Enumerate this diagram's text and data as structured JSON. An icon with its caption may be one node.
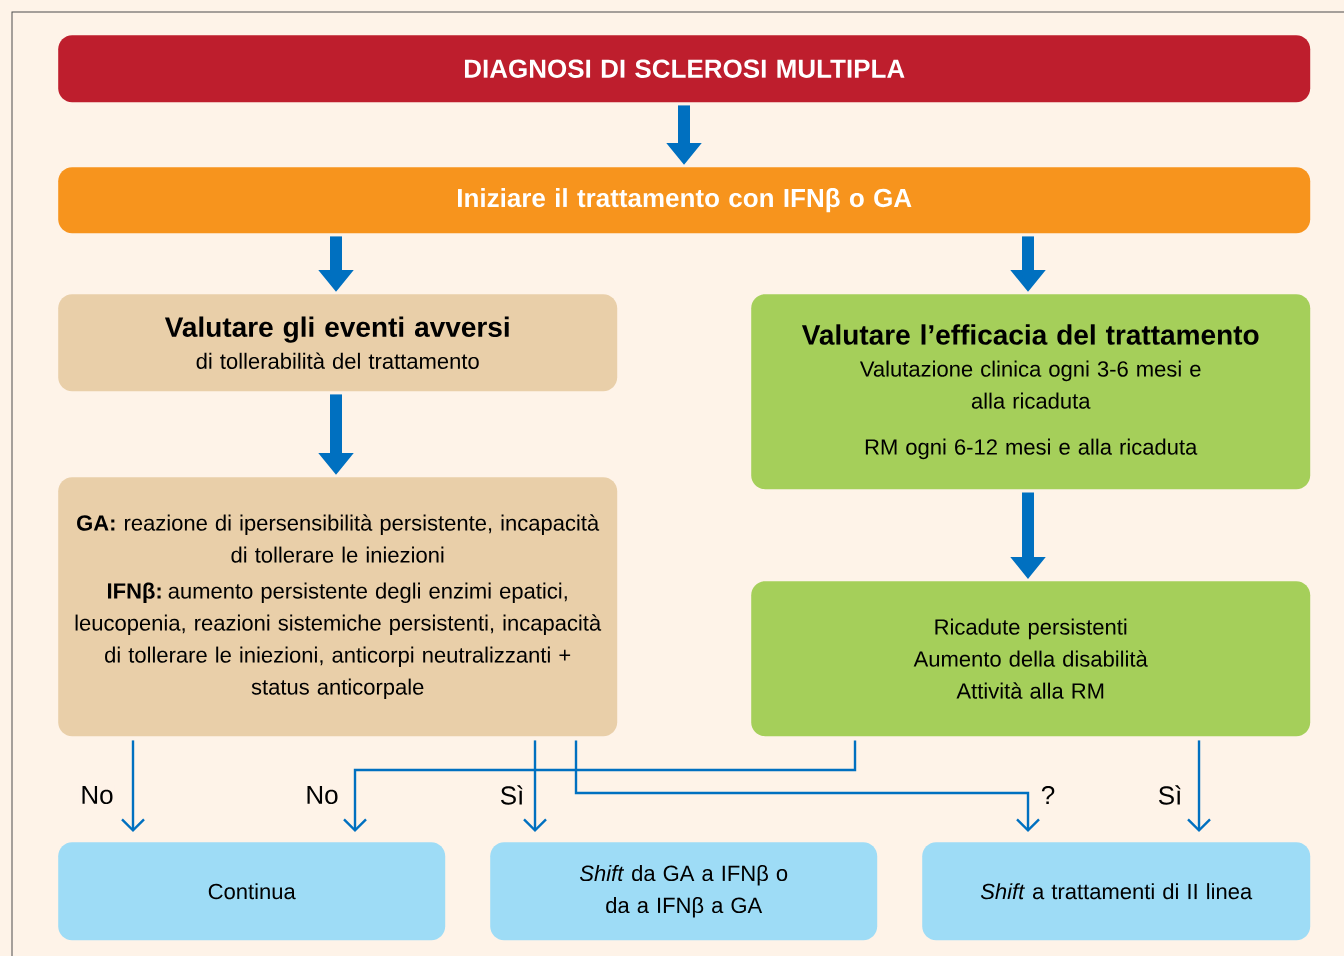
{
  "diagram": {
    "nodes": [
      {
        "text": [
          "DIAGNOSI DI SCLEROSI MULTIPLA"
        ]
      },
      {
        "text": [
          "Iniziare il trattamento con IFNβ o GA"
        ]
      },
      {
        "text": [
          "Valutare gli eventi avversi",
          "di tollerabilità del trattamento"
        ]
      },
      {
        "text": [
          "Valutare l’efficacia del trattamento",
          "Valutazione clinica ogni 3-6 mesi e alla ricaduta",
          "RM ogni 6-12 mesi e alla ricaduta"
        ]
      },
      {
        "text": [
          "**GA:** reazione di ipersensibilità persistente, incapacità di tollerare le iniezioni",
          "**IFNβ:** aumento persistente degli enzimi epatici, leucopenia, reazioni sistemiche persistenti, incapacità di tollerare le iniezioni, anticorpi neutralizzanti + status anticorpale"
        ]
      },
      {
        "text": [
          "Ricadute persistenti",
          "Aumento della disabilità",
          "Attività alla RM"
        ]
      },
      {
        "text": [
          "Continua"
        ]
      },
      {
        "text": [
          "*Shift* da GA a IFNβ o da a IFNβ a GA"
        ]
      },
      {
        "text": [
          "*Shift* a trattamenti di II linea"
        ]
      }
    ],
    "edges": [
      {
        "from": 0,
        "to": 1,
        "arrow": "to",
        "style": "thick"
      },
      {
        "from": 1,
        "to": 2,
        "arrow": "to",
        "style": "thick"
      },
      {
        "from": 1,
        "to": 3,
        "arrow": "to",
        "style": "thick"
      },
      {
        "from": 2,
        "to": 4,
        "arrow": "to",
        "style": "thick"
      },
      {
        "from": 3,
        "to": 5,
        "arrow": "to",
        "style": "thick"
      },
      {
        "from": 4,
        "to": 6,
        "arrow": "to",
        "label": "No"
      },
      {
        "from": 5,
        "to": 6,
        "arrow": "to",
        "label": "No"
      },
      {
        "from": 4,
        "to": 7,
        "arrow": "to",
        "label": "Sì"
      },
      {
        "from": 4,
        "to": 8,
        "arrow": "to",
        "label": "?"
      },
      {
        "from": 5,
        "to": 8,
        "arrow": "to",
        "label": "Sì"
      }
    ]
  }
}
